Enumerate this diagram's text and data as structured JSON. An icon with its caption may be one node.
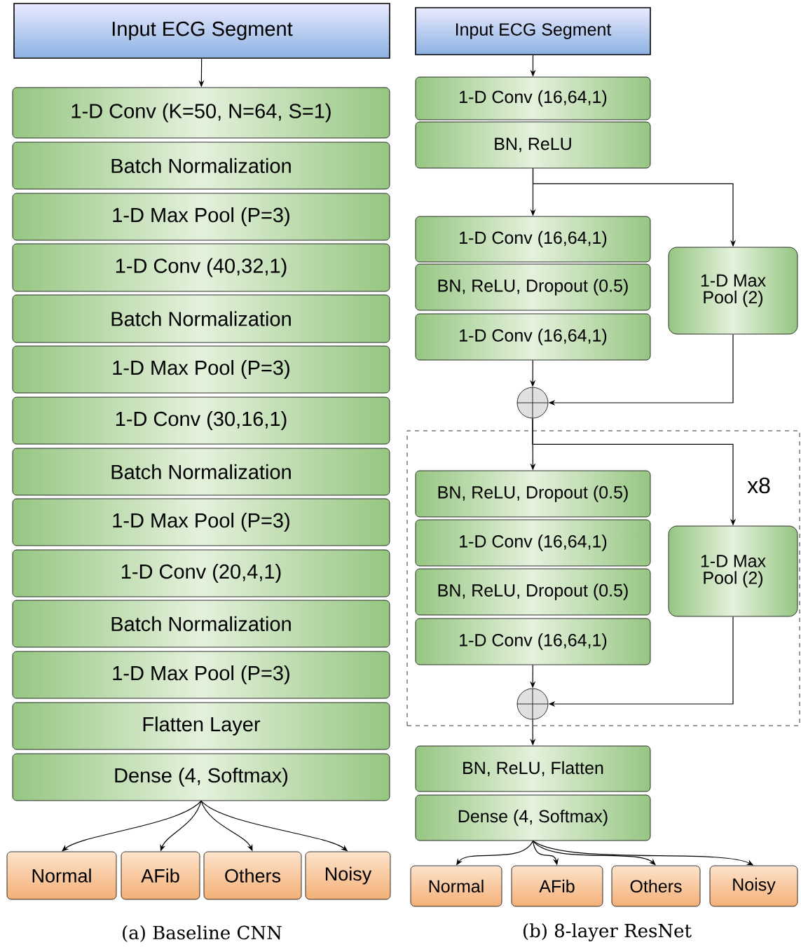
{
  "diagram": {
    "nodes": [
      {
        "text": [
          "Input ECG Segment"
        ]
      },
      {
        "text": [
          "1-D Conv (K=50, N=64, S=1)"
        ]
      },
      {
        "text": [
          "Batch Normalization"
        ]
      },
      {
        "text": [
          "1-D Max Pool (P=3)"
        ]
      },
      {
        "text": [
          "1-D Conv (40,32,1)"
        ]
      },
      {
        "text": [
          "Batch Normalization"
        ]
      },
      {
        "text": [
          "1-D Max Pool (P=3)"
        ]
      },
      {
        "text": [
          "1-D Conv (30,16,1)"
        ]
      },
      {
        "text": [
          "Batch Normalization"
        ]
      },
      {
        "text": [
          "1-D Max Pool (P=3)"
        ]
      },
      {
        "text": [
          "1-D Conv (20,4,1)"
        ]
      },
      {
        "text": [
          "Batch Normalization"
        ]
      },
      {
        "text": [
          "1-D Max Pool (P=3)"
        ]
      },
      {
        "text": [
          "Flatten Layer"
        ]
      },
      {
        "text": [
          "Dense (4, Softmax)"
        ]
      },
      {
        "text": [
          "Normal"
        ]
      },
      {
        "text": [
          "AFib"
        ]
      },
      {
        "text": [
          "Others"
        ]
      },
      {
        "text": [
          "Noisy"
        ]
      },
      {
        "text": [
          "Input ECG Segment"
        ]
      },
      {
        "text": [
          "1-D Conv (16,64,1)"
        ]
      },
      {
        "text": [
          "BN, ReLU"
        ]
      },
      {
        "text": [
          "1-D Conv (16,64,1)"
        ]
      },
      {
        "text": [
          "BN, ReLU, Dropout (0.5)"
        ]
      },
      {
        "text": [
          "1-D Conv (16,64,1)"
        ]
      },
      {
        "text": [
          "1-D Max Pool (2)"
        ]
      },
      {
        "text": [],
        "shape": "circle"
      },
      {
        "text": [
          "x8"
        ]
      },
      {
        "text": [
          "BN, ReLU, Dropout (0.5)"
        ],
        "in": 27
      },
      {
        "text": [
          "1-D Conv (16,64,1)"
        ],
        "in": 27
      },
      {
        "text": [
          "BN, ReLU, Dropout (0.5)"
        ],
        "in": 27
      },
      {
        "text": [
          "1-D Conv (16,64,1)"
        ],
        "in": 27
      },
      {
        "text": [
          "1-D Max Pool (2)"
        ],
        "in": 27
      },
      {
        "text": [],
        "shape": "circle",
        "in": 27
      },
      {
        "text": [
          "BN, ReLU, Flatten"
        ]
      },
      {
        "text": [
          "Dense (4, Softmax)"
        ]
      },
      {
        "text": [
          "Normal"
        ]
      },
      {
        "text": [
          "AFib"
        ]
      },
      {
        "text": [
          "Others"
        ]
      },
      {
        "text": [
          "Noisy"
        ]
      }
    ],
    "edges": [
      {
        "from": 0,
        "to": 1,
        "arrow": "to"
      },
      {
        "from": 14,
        "to": 15,
        "arrow": "to"
      },
      {
        "from": 14,
        "to": 16,
        "arrow": "to"
      },
      {
        "from": 14,
        "to": 17,
        "arrow": "to"
      },
      {
        "from": 14,
        "to": 18,
        "arrow": "to"
      },
      {
        "from": 19,
        "to": 20,
        "arrow": "to"
      },
      {
        "from": 21,
        "to": 22,
        "arrow": "to"
      },
      {
        "from": 21,
        "to": 25,
        "arrow": "to"
      },
      {
        "from": 24,
        "to": 26,
        "arrow": "to"
      },
      {
        "from": 25,
        "to": 26,
        "arrow": "to"
      },
      {
        "from": 26,
        "to": 28,
        "arrow": "to"
      },
      {
        "from": 26,
        "to": 32,
        "arrow": "to"
      },
      {
        "from": 31,
        "to": 33,
        "arrow": "to"
      },
      {
        "from": 32,
        "to": 33,
        "arrow": "to"
      },
      {
        "from": 33,
        "to": 34,
        "arrow": "to"
      },
      {
        "from": 35,
        "to": 36,
        "arrow": "to"
      },
      {
        "from": 35,
        "to": 37,
        "arrow": "to"
      },
      {
        "from": 35,
        "to": 38,
        "arrow": "to"
      },
      {
        "from": 35,
        "to": 39,
        "arrow": "to"
      }
    ],
    "labels": [
      "(a) Baseline CNN",
      "(b) 8-layer ResNet"
    ]
  }
}
